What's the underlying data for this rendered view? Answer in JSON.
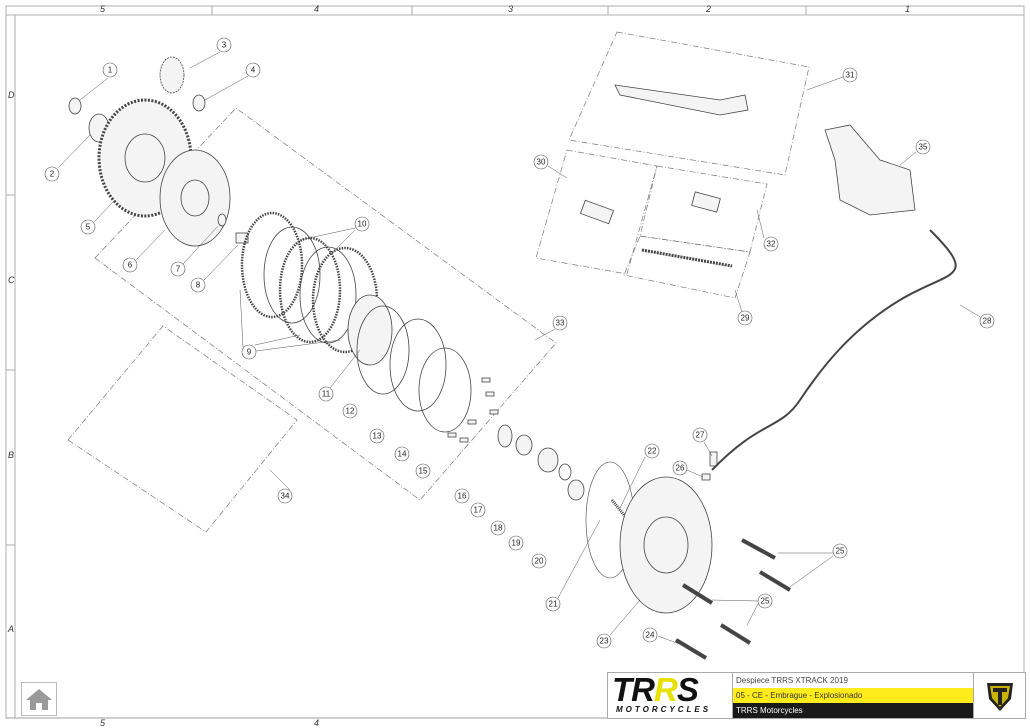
{
  "sheet": {
    "columns": [
      "5",
      "4",
      "3",
      "2",
      "1"
    ],
    "rows": [
      "D",
      "C",
      "B",
      "A"
    ]
  },
  "callouts": [
    "1",
    "2",
    "3",
    "4",
    "5",
    "6",
    "7",
    "8",
    "9",
    "10",
    "11",
    "12",
    "13",
    "14",
    "15",
    "16",
    "17",
    "18",
    "19",
    "20",
    "21",
    "22",
    "23",
    "24",
    "25",
    "25",
    "26",
    "27",
    "28",
    "29",
    "30",
    "31",
    "32",
    "33",
    "34",
    "35"
  ],
  "title_block": {
    "logo_main": "TRRS",
    "logo_sub": "MOTORCYCLES",
    "line1": "Despiece TRRS XTRACK 2019",
    "line2": "05 - CE - Embrague - Explosionado",
    "line3": "TRRS Motorcycles"
  },
  "colors": {
    "accent_yellow": "#ffec1a",
    "dark": "#1a1a1a"
  },
  "home_button": {
    "icon": "home-icon"
  }
}
